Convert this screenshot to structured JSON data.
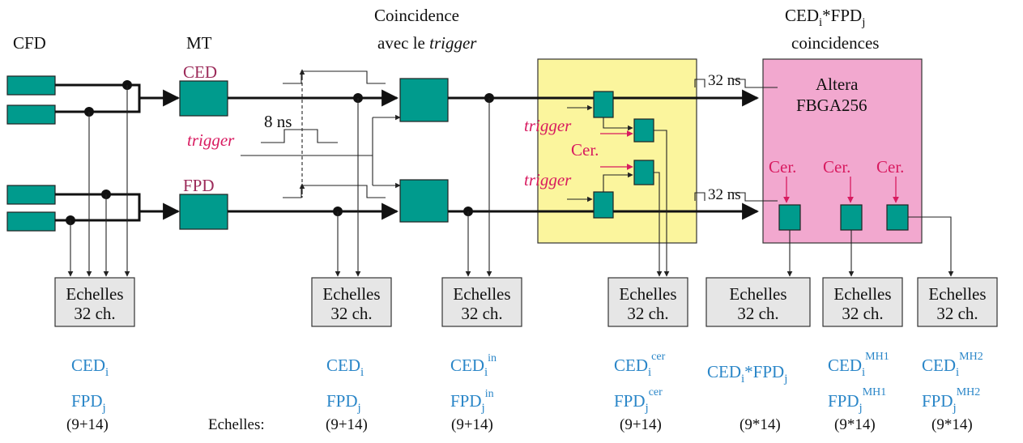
{
  "labels": {
    "cfd": "CFD",
    "mt": "MT",
    "ced": "CED",
    "fpd": "FPD",
    "trigger": "trigger",
    "ns8": "8 ns",
    "coinc_line1": "Coincidence",
    "coinc_line2_prefix": "avec le ",
    "coinc_line2_italic": "trigger",
    "cedfpd_title_ced": "CED",
    "cedfpd_title_i": "i",
    "cedfpd_title_star": "*FPD",
    "cedfpd_title_j": "j",
    "coincidences": "coincidences",
    "altera_line1": "Altera",
    "altera_line2": "FBGA256",
    "ns32": "32  ns",
    "cer": "Cer.",
    "echelles_row_label": "Echelles:"
  },
  "scaler": {
    "line1": "Echelles",
    "line2": "32 ch."
  },
  "outputs": {
    "ced": "CED",
    "fpd": "FPD",
    "i": "i",
    "j": "j",
    "in": "in",
    "cer": "cer",
    "mh1": "MH1",
    "mh2": "MH2",
    "star": "*"
  },
  "counts": [
    "(9+14)",
    "(9+14)",
    "(9+14)",
    "(9+14)",
    "(9*14)",
    "(9*14)",
    "(9*14)"
  ],
  "colors": {
    "teal": "#009b8d",
    "yellow": "#fbf59d",
    "pink": "#f2a8cf",
    "magenta": "#d81b60",
    "blue": "#2a86c8"
  }
}
